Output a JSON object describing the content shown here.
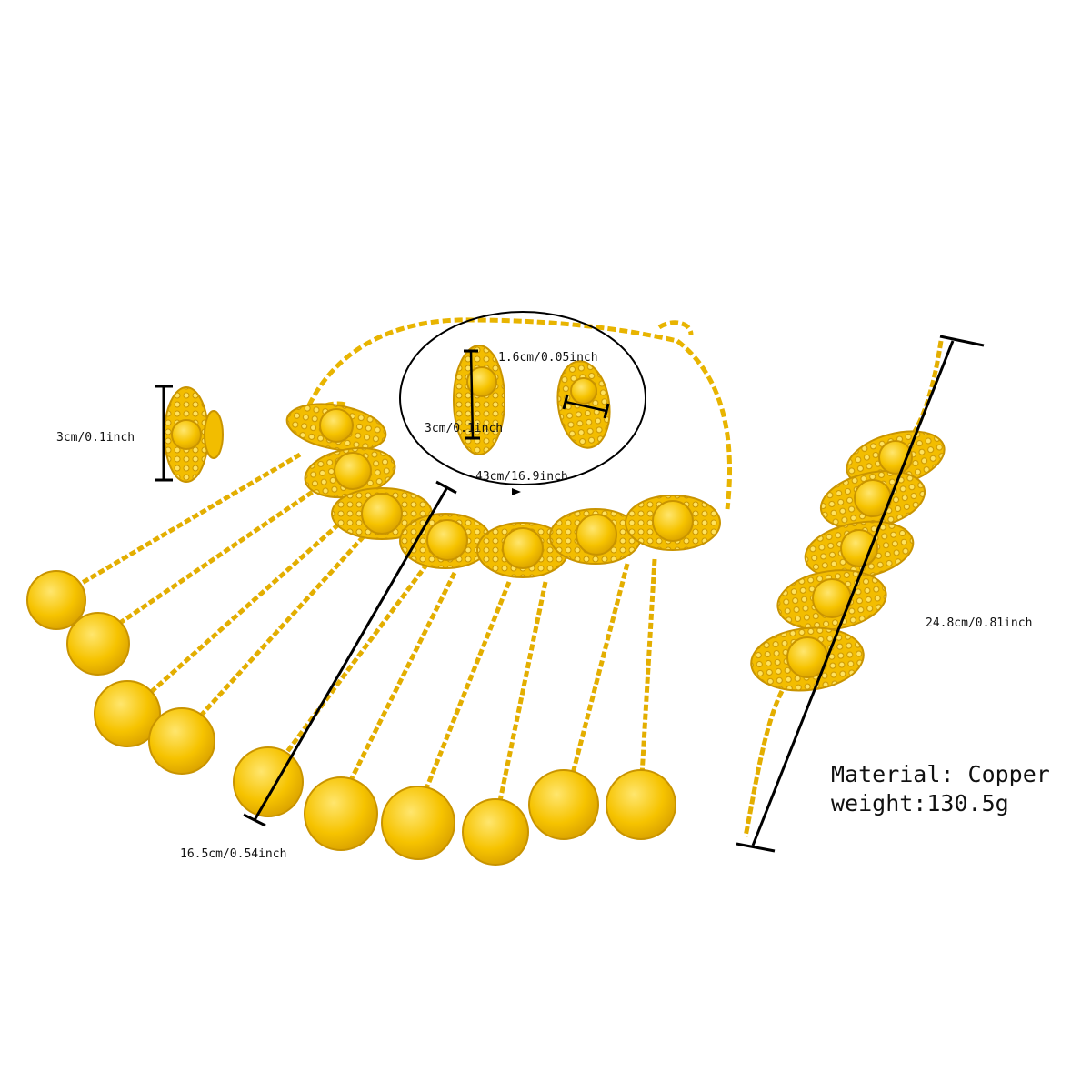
{
  "colors": {
    "gold": "#f6c300",
    "gold_dark": "#c99400",
    "gold_light": "#ffe15a",
    "line": "#000000",
    "background": "#ffffff"
  },
  "labels": {
    "ring": "3cm/0.1inch",
    "earring_width": "1.6cm/0.05inch",
    "earring_height": "3cm/0.1inch",
    "necklace_length": "43cm/16.9inch",
    "drop_length": "16.5cm/0.54inch",
    "bracelet_length": "24.8cm/0.81inch"
  },
  "info": {
    "material": "Material: Copper",
    "weight": "weight:130.5g"
  },
  "items": [
    "ring",
    "earrings",
    "necklace",
    "bracelet"
  ]
}
